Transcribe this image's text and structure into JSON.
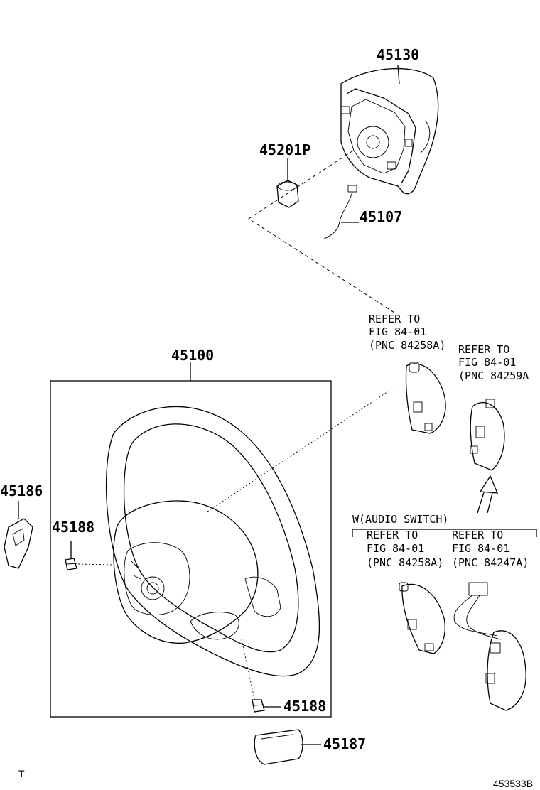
{
  "parts": {
    "airbag": "45130",
    "nut": "45201P",
    "wire": "45107",
    "wheel": "45100",
    "cover_left": "45186",
    "screw_upper": "45188",
    "screw_lower": "45188",
    "cover_lower": "45187"
  },
  "references": {
    "ref1": {
      "line1": "REFER TO",
      "line2": "FIG 84-01",
      "line3": "(PNC 84258A)"
    },
    "ref2": {
      "line1": "REFER TO",
      "line2": "FIG 84-01",
      "line3": "(PNC 84259A"
    },
    "ref3": {
      "line1": "REFER TO",
      "line2": "FIG 84-01",
      "line3": "(PNC 84258A)"
    },
    "ref4": {
      "line1": "REFER TO",
      "line2": "FIG 84-01",
      "line3": "(PNC 84247A)"
    }
  },
  "option_group": "W(AUDIO SWITCH)",
  "footer": {
    "left_mark": "T",
    "diagram_id": "453533B"
  }
}
